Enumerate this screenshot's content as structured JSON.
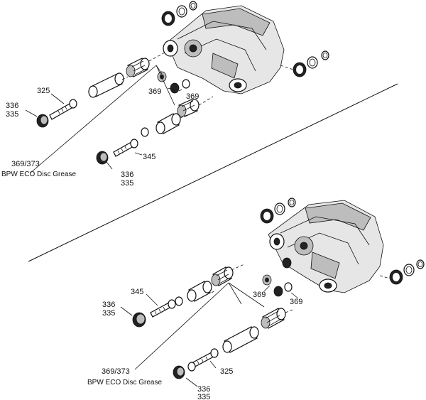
{
  "top_group": {
    "labels": {
      "bolt": "325",
      "cap_a": "336",
      "cap_b": "335",
      "bolt_small": "345",
      "cap2_a": "336",
      "cap2_b": "335",
      "seal_1": "369",
      "seal_2": "369",
      "grease_code": "369/373",
      "grease_name": "BPW ECO Disc Grease"
    }
  },
  "bottom_group": {
    "labels": {
      "bolt_small": "345",
      "cap_a": "336",
      "cap_b": "335",
      "seal_1": "369",
      "seal_2": "369",
      "grease_code": "369/373",
      "grease_name": "BPW ECO Disc Grease",
      "bolt": "325",
      "cap2_a": "336",
      "cap2_b": "335"
    }
  }
}
